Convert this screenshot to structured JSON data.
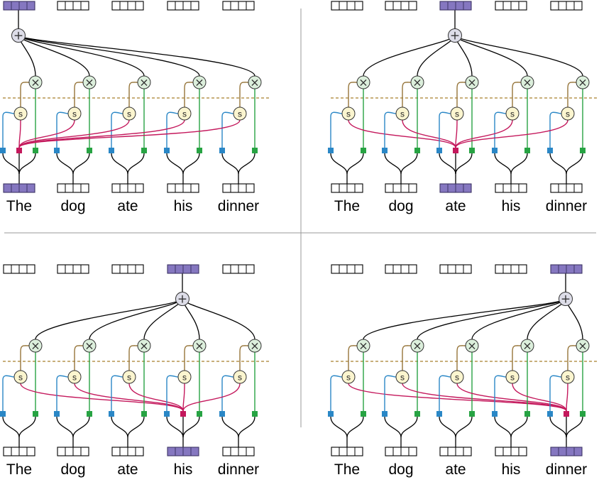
{
  "words": [
    "The",
    "dog",
    "ate",
    "his",
    "dinner"
  ],
  "panels": [
    {
      "query_index": 0
    },
    {
      "query_index": 2
    },
    {
      "query_index": 3
    },
    {
      "query_index": 4
    }
  ],
  "symbols": {
    "sum": "+",
    "multiply": "×",
    "score": "s"
  },
  "colors": {
    "highlight_fill": "#8577c0",
    "highlight_stroke": "#3d3566",
    "key": "#2a87c6",
    "query": "#c4185c",
    "value": "#27a343",
    "weight": "#96753a",
    "threshold": "#a77f2c",
    "sum_node": "#dddde8",
    "mult_node": "#dcefdc",
    "score_node": "#fbf5cf",
    "divider": "#999999"
  }
}
